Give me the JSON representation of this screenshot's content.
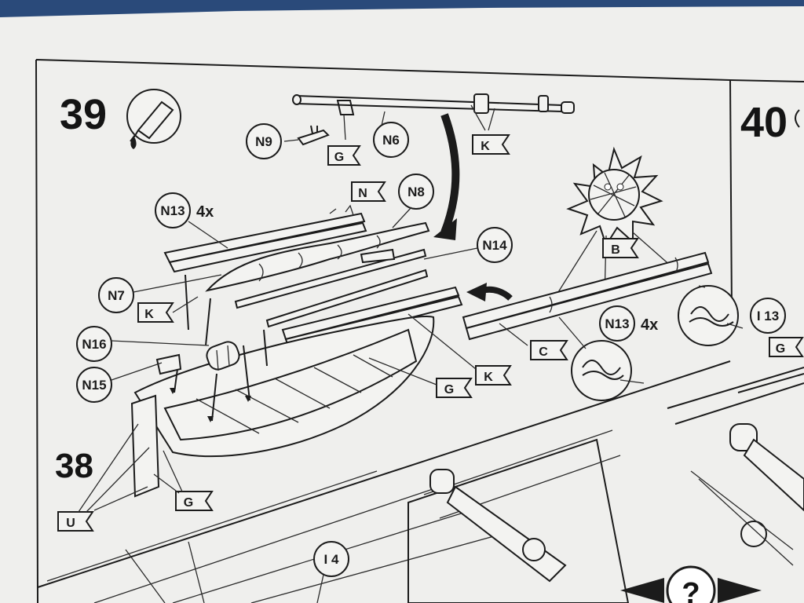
{
  "steps": {
    "main": "39",
    "next": "40",
    "prev": "38"
  },
  "part_labels": {
    "n9": "N9",
    "n6": "N6",
    "n8": "N8",
    "n13_top": "N13",
    "n13_right": "N13",
    "n14": "N14",
    "n7": "N7",
    "n16": "N16",
    "n15": "N15",
    "i13": "I 13",
    "i4": "I 4"
  },
  "quantities": {
    "top": "4x",
    "right": "4x"
  },
  "flag_labels": {
    "g_top": "G",
    "k_top": "K",
    "n_mid": "N",
    "k_left": "K",
    "b_right": "B",
    "c_right": "C",
    "k_right": "K",
    "g_right": "G",
    "g_bottom": "G",
    "u_bottom": "U",
    "g_far_right": "G"
  },
  "icons": {
    "step_icon": "glue-tube-icon",
    "help_icon": "question-mark-icon"
  },
  "help": {
    "symbol": "?"
  },
  "colors": {
    "paper": "#efefed",
    "ink": "#1b1b1b",
    "background": "#2a4a7a"
  }
}
